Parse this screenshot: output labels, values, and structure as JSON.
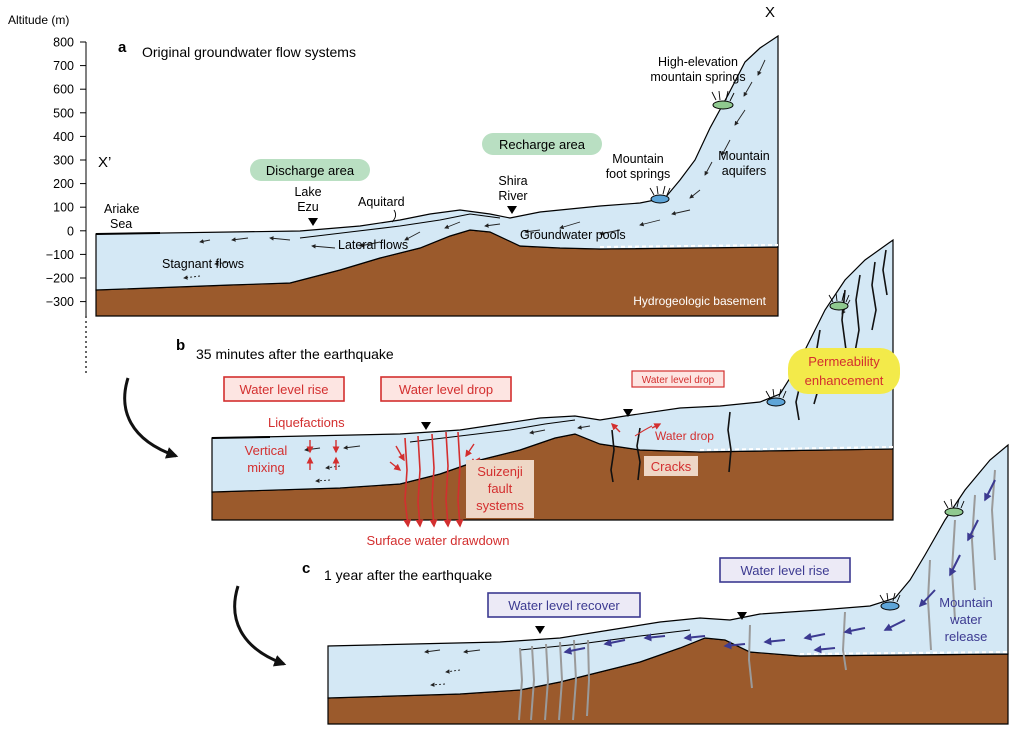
{
  "axis": {
    "title": "Altitude (m)",
    "ticks": [
      "800",
      "700",
      "600",
      "500",
      "400",
      "300",
      "200",
      "100",
      "0",
      "−100",
      "−200",
      "−300"
    ]
  },
  "ends": {
    "x": "X",
    "x_prime": "X’"
  },
  "panel_a": {
    "letter": "a",
    "title": "Original groundwater flow systems",
    "labels": {
      "high_springs_1": "High-elevation",
      "high_springs_2": "mountain springs",
      "discharge": "Discharge area",
      "recharge": "Recharge area",
      "ariake_1": "Ariake",
      "ariake_2": "Sea",
      "lake_1": "Lake",
      "lake_2": "Ezu",
      "aquitard": "Aquitard",
      "shira_1": "Shira",
      "shira_2": "River",
      "foot_1": "Mountain",
      "foot_2": "foot springs",
      "aquifers_1": "Mountain",
      "aquifers_2": "aquifers",
      "lateral": "Lateral flows",
      "pools": "Groundwater pools",
      "stagnant": "Stagnant flows",
      "basement": "Hydrogeologic basement"
    }
  },
  "panel_b": {
    "letter": "b",
    "title": "35 minutes after the earthquake",
    "labels": {
      "wl_rise": "Water level rise",
      "wl_drop": "Water level drop",
      "wl_drop_small": "Water level drop",
      "perm_1": "Permeability",
      "perm_2": "enhancement",
      "liquefactions": "Liquefactions",
      "vertical_1": "Vertical",
      "vertical_2": "mixing",
      "water_drop": "Water drop",
      "cracks": "Cracks",
      "fault_1": "Suizenji",
      "fault_2": "fault",
      "fault_3": "systems",
      "drawdown": "Surface water drawdown"
    }
  },
  "panel_c": {
    "letter": "c",
    "title": "1 year after the earthquake",
    "labels": {
      "wl_rise": "Water level rise",
      "wl_recover": "Water level recover",
      "release_1": "Mountain",
      "release_2": "water",
      "release_3": "release"
    }
  },
  "colors": {
    "water": "#d4e8f5",
    "basement": "#9b5a2c",
    "discharge_recharge": "#b9dfc2",
    "red": "#d32f2f",
    "blue": "#3c3a91",
    "yellow": "#f3ea4a",
    "gray_crack": "#9a9a9a"
  }
}
